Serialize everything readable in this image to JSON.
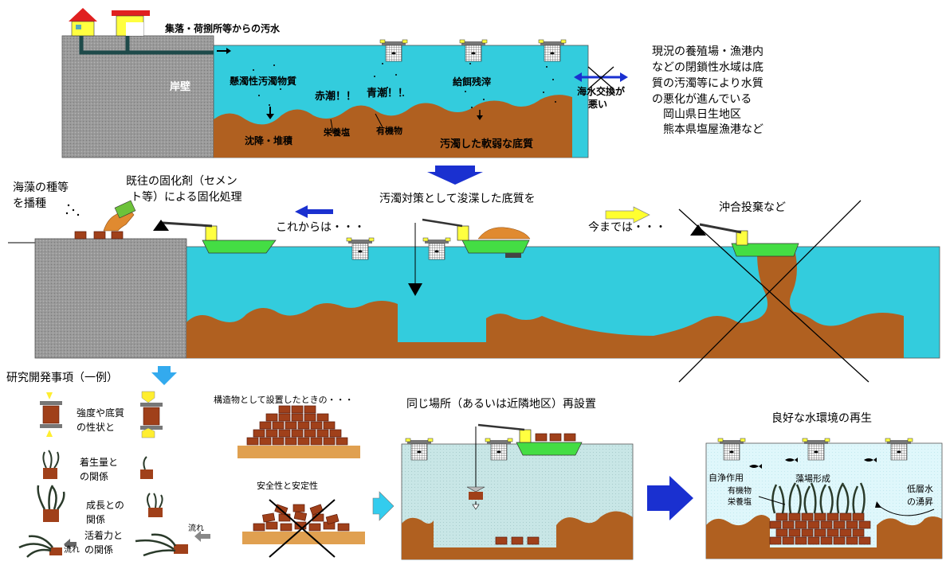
{
  "top_panel": {
    "title": "集落・荷捌所等からの汚水",
    "wall": "岸壁",
    "suspended": "懸濁性汚濁物質",
    "red_tide": "赤潮！！",
    "blue_tide": "青潮！！",
    "feed_residue": "給餌残滓",
    "no_exchange_1": "海水交換が",
    "no_exchange_2": "悪い",
    "nutrients": "栄養塩",
    "organic": "有機物",
    "sediment": "沈降・堆積",
    "bottom": "汚濁した軟弱な底質"
  },
  "description": [
    "現況の養殖場・漁港内",
    "などの閉鎖性水域は底",
    "質の汚濁等により水質",
    "の悪化が進んでいる",
    "　岡山県日生地区",
    "　熊本県塩屋漁港など"
  ],
  "middle_panel": {
    "seaweed_1": "海藻の種等",
    "seaweed_2": "を播種",
    "solidify_1": "既往の固化剤（セメン",
    "solidify_2": "ト等）による固化処理",
    "dredge": "汚濁対策として浚渫した底質を",
    "from_now": "これからは・・・",
    "until_now": "今までは・・・",
    "offshore": "沖合投棄など"
  },
  "research": {
    "title": "研究開発事項（一例）",
    "item1_1": "強度や底質",
    "item1_2": "の性状と",
    "item2_1": "着生量と",
    "item2_2": "の関係",
    "item3_1": "成長との",
    "item3_2": "関係",
    "item4_1": "活着力と",
    "item4_2": "の関係",
    "flow_1": "流れ",
    "flow_2": "流れ"
  },
  "structure": {
    "title": "構造物として設置したときの・・・",
    "safety": "安全性と安定性"
  },
  "reinstall": {
    "title": "同じ場所（あるいは近隣地区）再設置"
  },
  "regeneration": {
    "title": "良好な水環境の再生",
    "self_purify": "自浄作用",
    "seaweed_bed": "藻場形成",
    "organic_1": "有機物",
    "organic_2": "栄養塩",
    "upwelling_1": "低層水",
    "upwelling_2": "の湧昇"
  }
}
